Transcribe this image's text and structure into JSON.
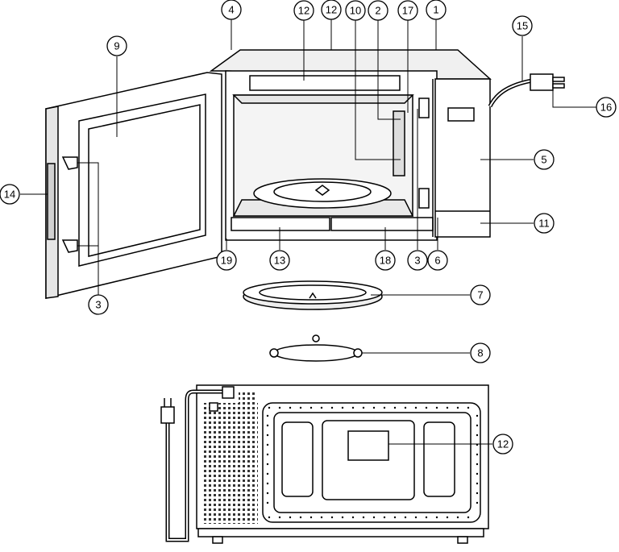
{
  "callouts": [
    {
      "id": "c4",
      "label": "4"
    },
    {
      "id": "c12a",
      "label": "12"
    },
    {
      "id": "c12b",
      "label": "12"
    },
    {
      "id": "c10",
      "label": "10"
    },
    {
      "id": "c2",
      "label": "2"
    },
    {
      "id": "c17",
      "label": "17"
    },
    {
      "id": "c1",
      "label": "1"
    },
    {
      "id": "c15",
      "label": "15"
    },
    {
      "id": "c9",
      "label": "9"
    },
    {
      "id": "c16",
      "label": "16"
    },
    {
      "id": "c5",
      "label": "5"
    },
    {
      "id": "c14",
      "label": "14"
    },
    {
      "id": "c11",
      "label": "11"
    },
    {
      "id": "c19",
      "label": "19"
    },
    {
      "id": "c13",
      "label": "13"
    },
    {
      "id": "c18",
      "label": "18"
    },
    {
      "id": "c3a",
      "label": "3"
    },
    {
      "id": "c6",
      "label": "6"
    },
    {
      "id": "c3b",
      "label": "3"
    },
    {
      "id": "c7",
      "label": "7"
    },
    {
      "id": "c8",
      "label": "8"
    },
    {
      "id": "c12c",
      "label": "12"
    }
  ],
  "colors": {
    "line": "#000000",
    "fill": "#ffffff",
    "shade": "#d9d9d9",
    "cavity": "#f2f2f2"
  }
}
